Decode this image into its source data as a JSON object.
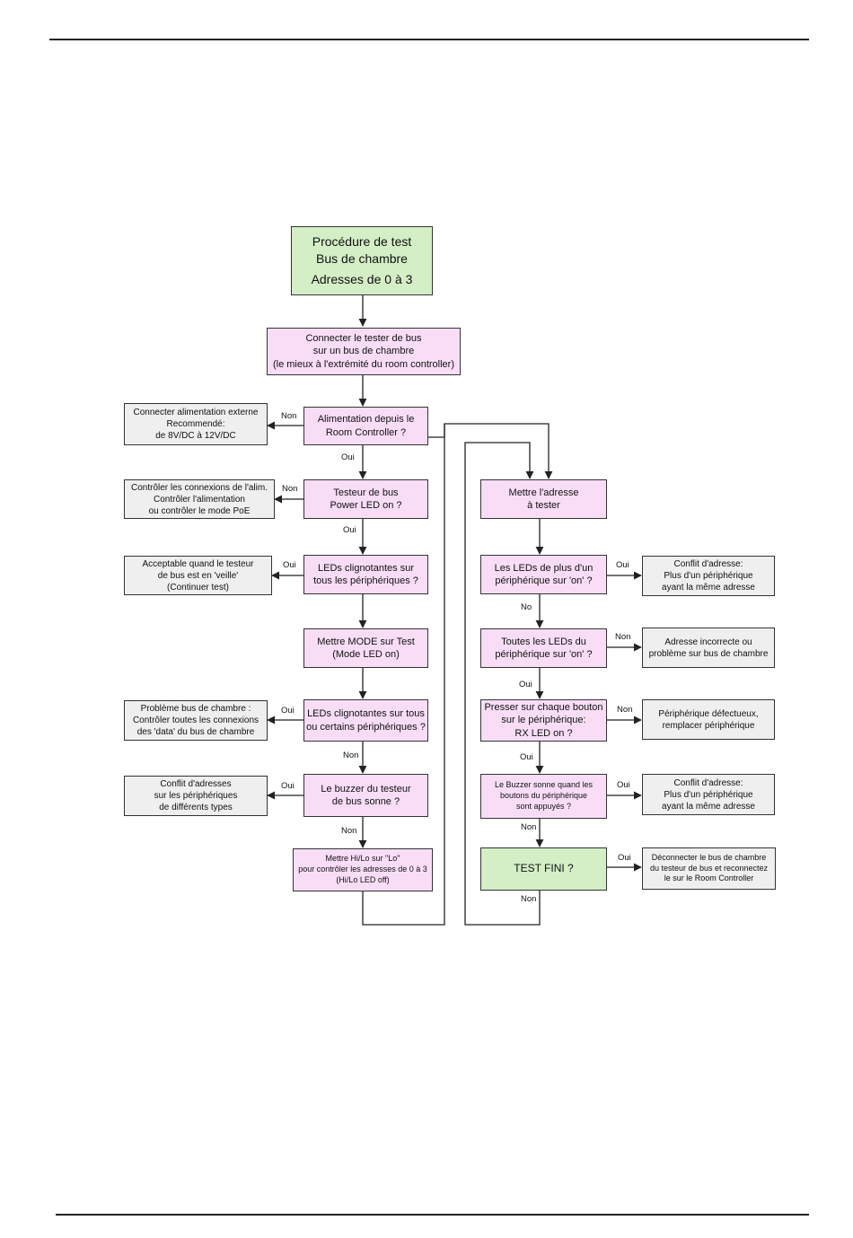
{
  "start": {
    "line1": "Procédure de test",
    "line2": "Bus de chambre",
    "line3": "Adresses de  0 à 3"
  },
  "left_steps": [
    {
      "key": "connect",
      "text": "Connecter le tester de bus\nsur un bus de chambre\n(le mieux à l'extrémité du room controller)"
    },
    {
      "key": "power",
      "text": "Alimentation depuis le\nRoom Controller ?"
    },
    {
      "key": "powerled",
      "text": "Testeur de bus\nPower LED on ?"
    },
    {
      "key": "blink",
      "text": "LEDs clignotantes sur\ntous les périphériques ?"
    },
    {
      "key": "mode",
      "text": "Mettre MODE  sur  Test\n(Mode LED on)"
    },
    {
      "key": "blink2",
      "text": "LEDs clignotantes sur tous\nou certains périphériques ?"
    },
    {
      "key": "buzzer",
      "text": "Le buzzer du testeur\nde bus sonne ?"
    },
    {
      "key": "hilo",
      "text": "Mettre  Hi/Lo  sur  \"Lo\"\npour contrôler les adresses de 0 à 3\n(Hi/Lo LED off)"
    }
  ],
  "left_notes": [
    {
      "key": "extpower",
      "text": "Connecter alimentation externe\nRecommendé:\nde 8V/DC à 12V/DC"
    },
    {
      "key": "checkconn",
      "text": "Contrôler les connexions de l'alim.\nContrôler l'alimentation\nou contrôler le mode PoE"
    },
    {
      "key": "standby",
      "text": "Acceptable quand le testeur\nde bus est en 'veille'\n(Continuer  test)"
    },
    {
      "key": "busprob",
      "text": "Problème bus de chambre :\nContrôler toutes les connexions\ndes  'data' du bus de chambre"
    },
    {
      "key": "conflict_types",
      "text": "Conflit d'adresses\nsur les périphériques\nde différents types"
    }
  ],
  "right_steps": [
    {
      "key": "setaddr",
      "text": "Mettre l'adresse\nà tester"
    },
    {
      "key": "multiled",
      "text": "Les LEDs de plus d'un\npériphérique sur  'on' ?"
    },
    {
      "key": "allled",
      "text": "Toutes les LEDs du\npériphérique sur  'on' ?"
    },
    {
      "key": "press",
      "text": "Presser sur chaque bouton\nsur le périphérique:\nRX LED on ?"
    },
    {
      "key": "buzz2",
      "text": "Le Buzzer sonne quand les\nboutons du périphérique\nsont appuyés ?"
    }
  ],
  "end": {
    "text": "TEST FINI ?"
  },
  "right_notes": [
    {
      "key": "conflict1",
      "text": "Conflit d'adresse:\nPlus d'un périphérique\nayant la même adresse"
    },
    {
      "key": "wrongaddr",
      "text": "Adresse incorrecte ou\nproblème sur bus de chambre"
    },
    {
      "key": "defect",
      "text": "Périphérique défectueux,\nremplacer périphérique"
    },
    {
      "key": "conflict2",
      "text": "Conflit d'adresse:\nPlus d'un périphérique\nayant la même adresse"
    },
    {
      "key": "disconnect",
      "text": "Déconnecter le bus de chambre\ndu testeur de bus et reconnectez\nle sur le Room Controller"
    }
  ],
  "edge_labels": {
    "power_no": "Non",
    "power_yes": "Oui",
    "powerled_no": "Non",
    "powerled_yes": "Oui",
    "blink_yes": "Oui",
    "blink2_yes": "Oui",
    "blink2_no": "Non",
    "buzzer_yes": "Oui",
    "buzzer_no": "Non",
    "multiled_yes": "Oui",
    "multiled_no": "No",
    "allled_no": "Non",
    "allled_yes": "Oui",
    "press_no": "Non",
    "press_yes": "Oui",
    "buzz2_yes": "Oui",
    "buzz2_no": "Non",
    "end_yes": "Oui",
    "end_no": "Non"
  },
  "colors": {
    "start_fill": "#d4eec6",
    "step_fill": "#f9ddf7",
    "note_fill": "#efefef",
    "line": "#222222"
  }
}
